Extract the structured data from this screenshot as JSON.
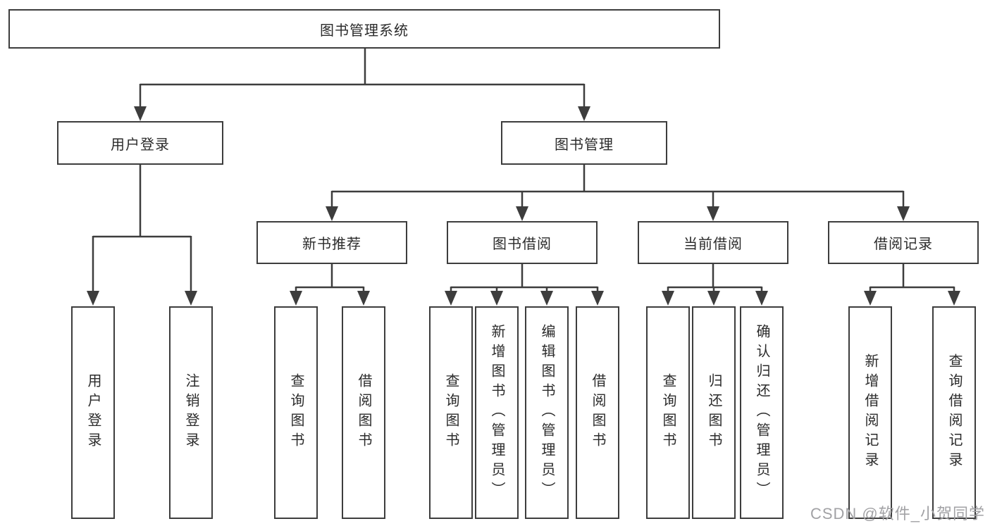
{
  "tree": {
    "root": {
      "label": "图书管理系统"
    },
    "login": {
      "label": "用户登录",
      "children": [
        {
          "label": "用户登录"
        },
        {
          "label": "注销登录"
        }
      ]
    },
    "mgmt": {
      "label": "图书管理",
      "groups": [
        {
          "label": "新书推荐",
          "children": [
            {
              "label": "查询图书"
            },
            {
              "label": "借阅图书"
            }
          ]
        },
        {
          "label": "图书借阅",
          "children": [
            {
              "label": "查询图书"
            },
            {
              "label": "新增图书（管理员）"
            },
            {
              "label": "编辑图书（管理员）"
            },
            {
              "label": "借阅图书"
            }
          ]
        },
        {
          "label": "当前借阅",
          "children": [
            {
              "label": "查询图书"
            },
            {
              "label": "归还图书"
            },
            {
              "label": "确认归还（管理员）"
            }
          ]
        },
        {
          "label": "借阅记录",
          "children": [
            {
              "label": "新增借阅记录"
            },
            {
              "label": "查询借阅记录"
            }
          ]
        }
      ]
    }
  },
  "watermark": "CSDN @软件_小贺同学",
  "colors": {
    "line": "#3d3d3d",
    "text": "#2b2b2b",
    "background": "#ffffff",
    "watermark": "#a2a2a5"
  }
}
